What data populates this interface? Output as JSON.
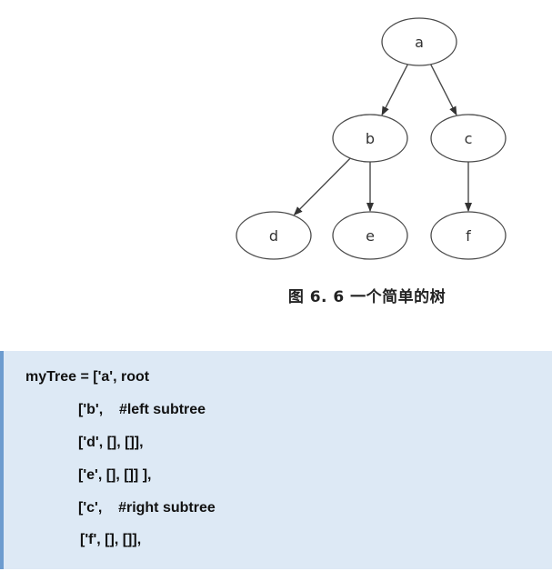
{
  "diagram": {
    "nodes": [
      {
        "id": "a",
        "label": "a"
      },
      {
        "id": "b",
        "label": "b"
      },
      {
        "id": "c",
        "label": "c"
      },
      {
        "id": "d",
        "label": "d"
      },
      {
        "id": "e",
        "label": "e"
      },
      {
        "id": "f",
        "label": "f"
      }
    ],
    "edges": [
      {
        "from": "a",
        "to": "b"
      },
      {
        "from": "a",
        "to": "c"
      },
      {
        "from": "b",
        "to": "d"
      },
      {
        "from": "b",
        "to": "e"
      },
      {
        "from": "c",
        "to": "f"
      }
    ]
  },
  "caption": "图 6. 6  一个简单的树",
  "code": {
    "lines": [
      "myTree = ['a', root",
      "['b',    #left subtree",
      "['d', [], []],",
      "['e', [], []] ],",
      "['c',    #right subtree",
      "['f', [], []],"
    ]
  }
}
